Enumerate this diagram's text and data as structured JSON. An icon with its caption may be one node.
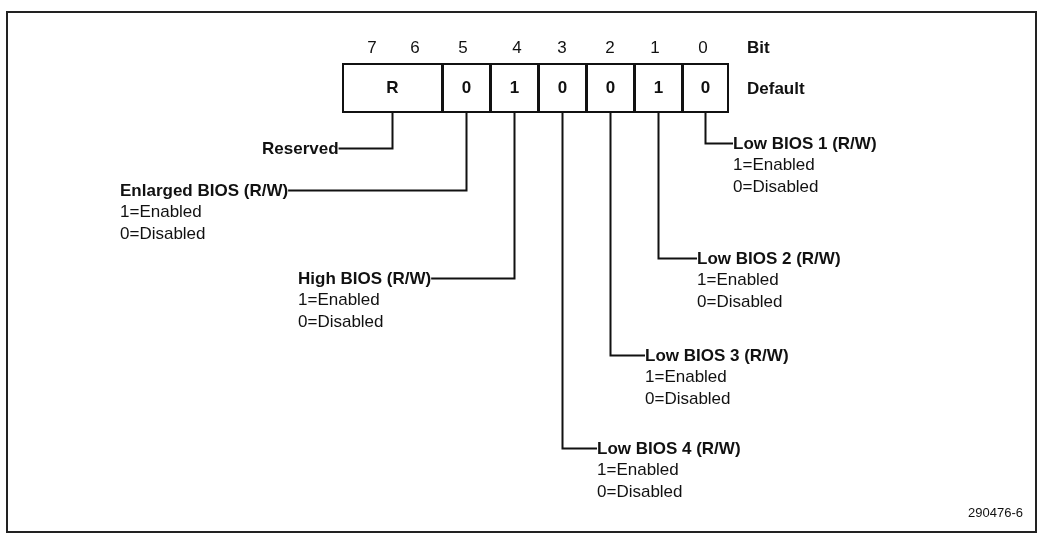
{
  "diagram": {
    "nodes": [
      {
        "text": [
          "R"
        ]
      },
      {
        "text": [
          "0"
        ]
      },
      {
        "text": [
          "1"
        ]
      },
      {
        "text": [
          "0"
        ]
      },
      {
        "text": [
          "0"
        ]
      },
      {
        "text": [
          "1"
        ]
      },
      {
        "text": [
          "0"
        ]
      },
      {
        "text": [
          "Reserved"
        ]
      },
      {
        "text": [
          "Low BIOS 1 (R/W)",
          "1=Enabled",
          "0=Disabled"
        ]
      },
      {
        "text": [
          "Enlarged BIOS (R/W)",
          "1=Enabled",
          "0=Disabled"
        ]
      },
      {
        "text": [
          "High BIOS (R/W)",
          "1=Enabled",
          "0=Disabled"
        ]
      },
      {
        "text": [
          "Low BIOS 2 (R/W)",
          "1=Enabled",
          "0=Disabled"
        ]
      },
      {
        "text": [
          "Low BIOS 3 (R/W)",
          "1=Enabled",
          "0=Disabled"
        ]
      },
      {
        "text": [
          "Low BIOS 4 (R/W)",
          "1=Enabled",
          "0=Disabled"
        ]
      }
    ],
    "edges": [
      {
        "from": 7,
        "to": 0,
        "arrow": "none"
      },
      {
        "from": 8,
        "to": 6,
        "arrow": "none"
      },
      {
        "from": 9,
        "to": 1,
        "arrow": "none"
      },
      {
        "from": 10,
        "to": 2,
        "arrow": "none"
      },
      {
        "from": 11,
        "to": 5,
        "arrow": "none"
      },
      {
        "from": 12,
        "to": 4,
        "arrow": "none"
      },
      {
        "from": 13,
        "to": 3,
        "arrow": "none"
      }
    ],
    "labels": [
      "7",
      "6",
      "5",
      "4",
      "3",
      "2",
      "1",
      "0",
      "Bit",
      "Default",
      "290476-6"
    ]
  }
}
